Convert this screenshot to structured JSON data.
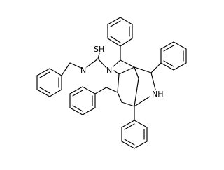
{
  "image": {
    "kind": "chemical-structure",
    "background_color": "#ffffff",
    "line_color": "#000000"
  },
  "atoms": {
    "thiol": "SH",
    "amide_n": "N",
    "bridge_n": "N",
    "ring_nh": "NH"
  }
}
